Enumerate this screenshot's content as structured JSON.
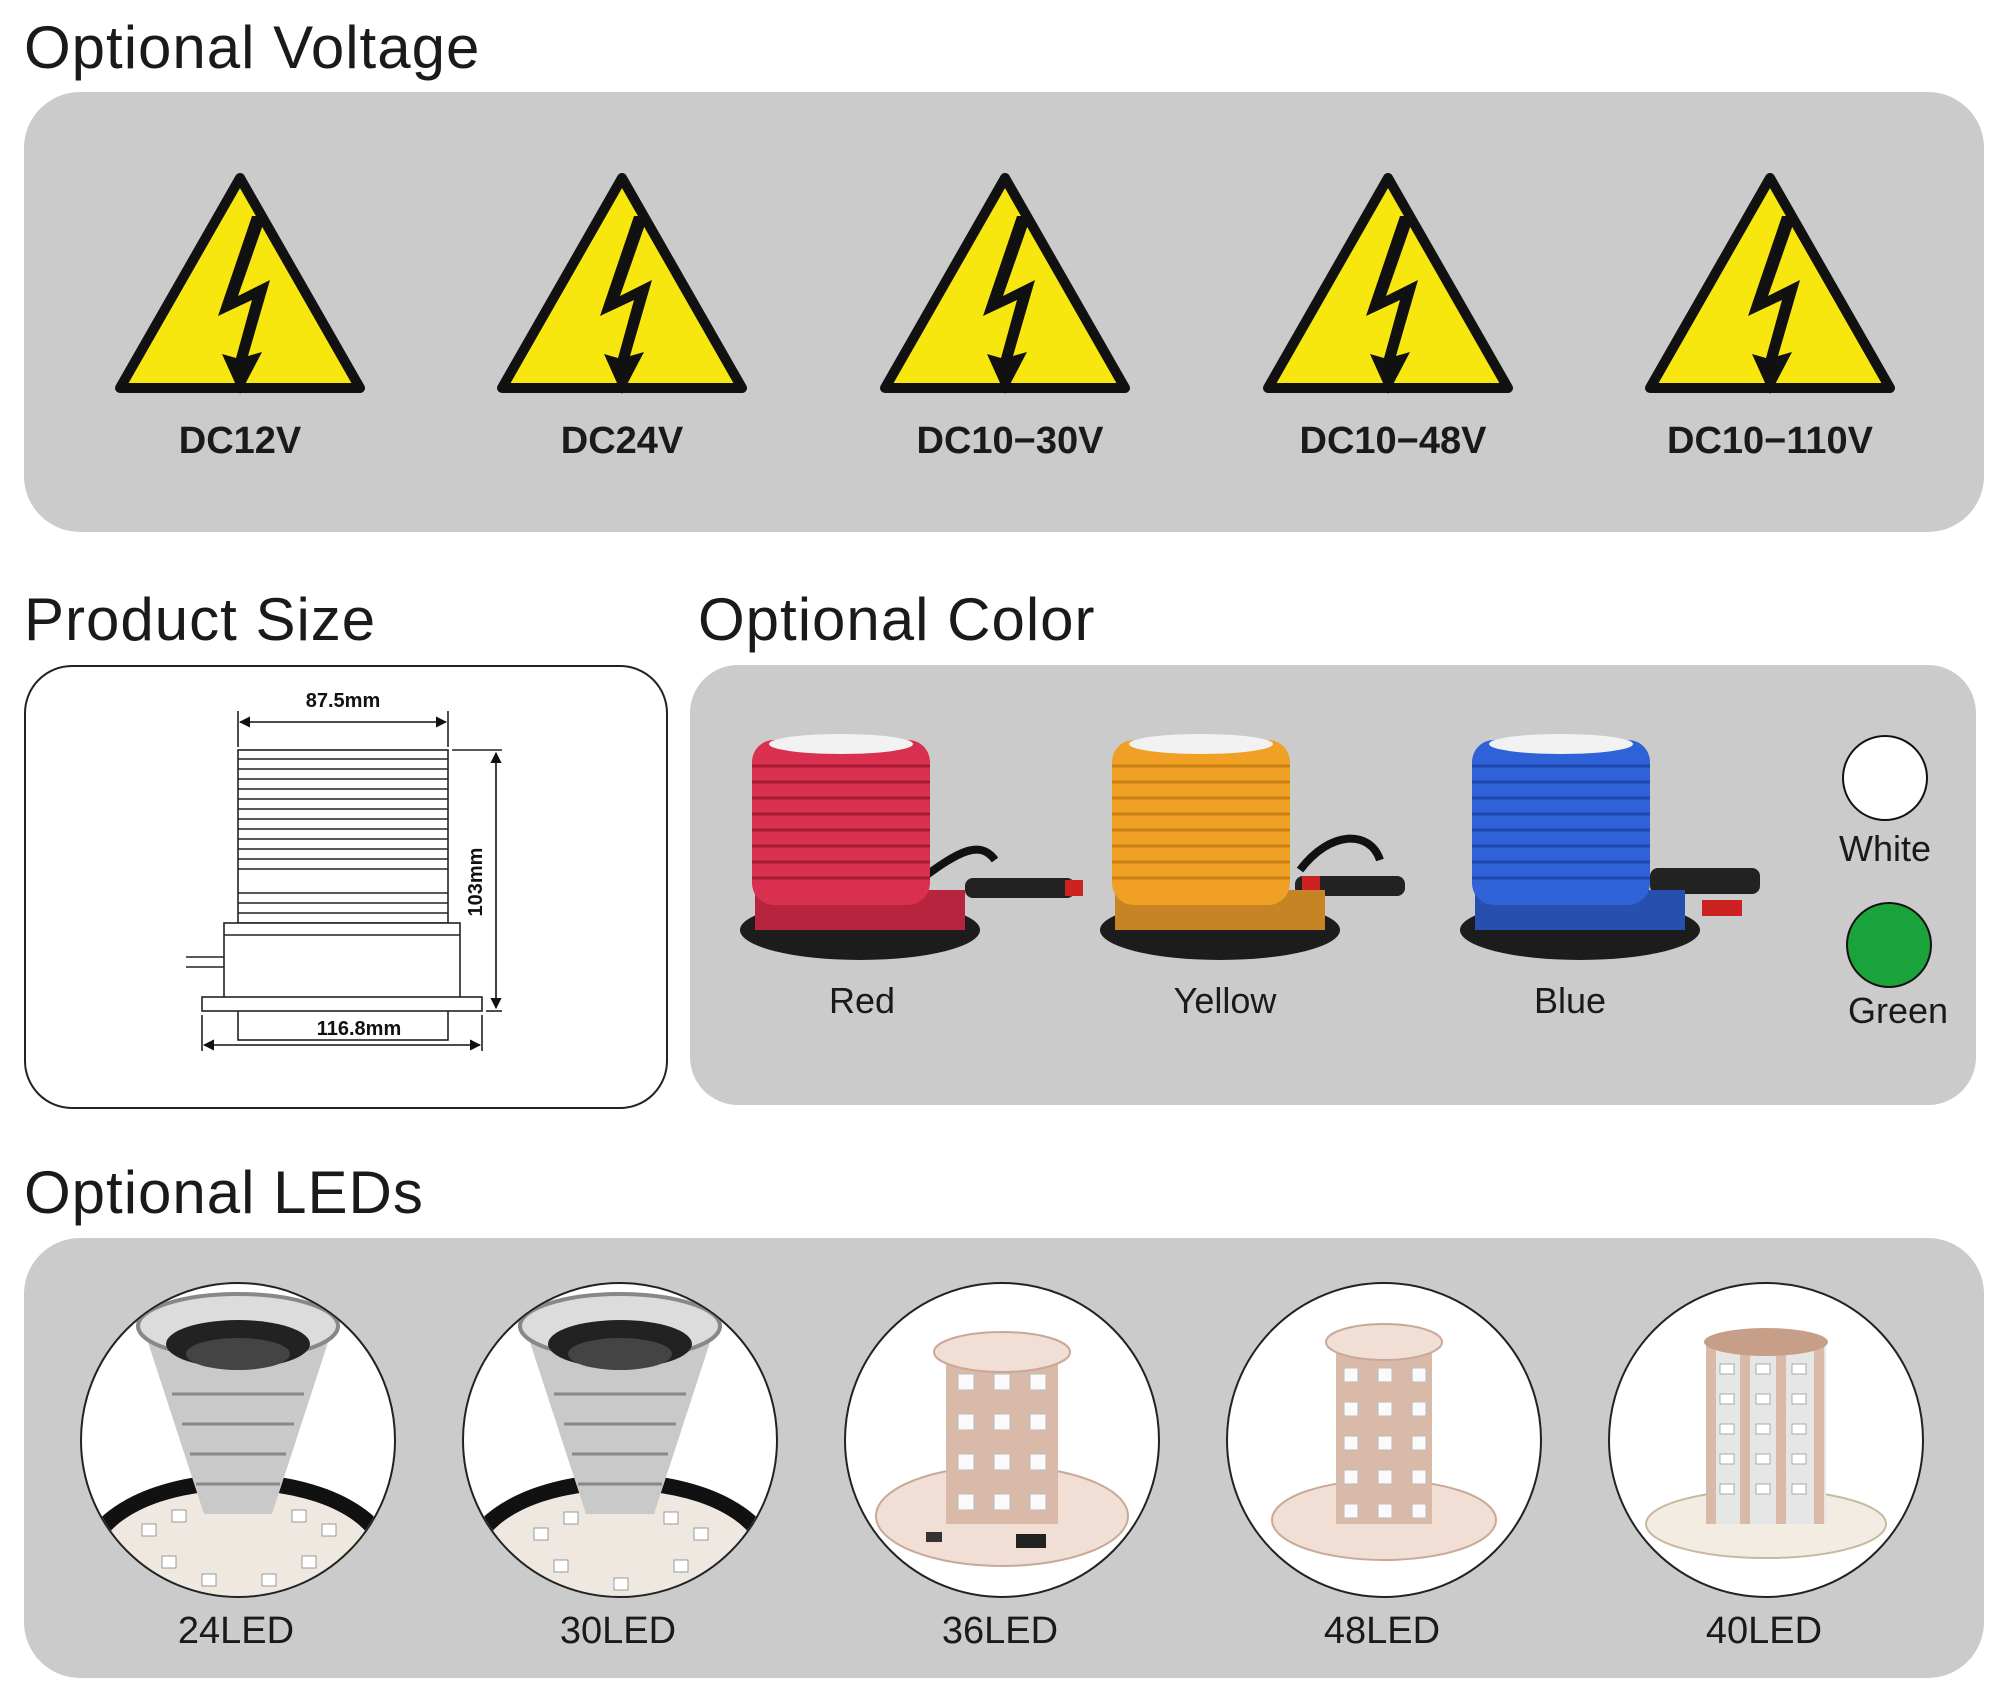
{
  "sections": {
    "voltage_title": "Optional Voltage",
    "size_title": "Product Size",
    "color_title": "Optional Color",
    "leds_title": "Optional LEDs"
  },
  "voltages": [
    "DC12V",
    "DC24V",
    "DC10−30V",
    "DC10−48V",
    "DC10−110V"
  ],
  "size": {
    "top_width": "87.5mm",
    "height": "103mm",
    "base_width": "116.8mm"
  },
  "colors": {
    "products": [
      "Red",
      "Yellow",
      "Blue"
    ],
    "swatches": [
      {
        "label": "White",
        "hex": "#ffffff"
      },
      {
        "label": "Green",
        "hex": "#1aa33a"
      }
    ],
    "lens_hex": [
      "#d9304f",
      "#f0a024",
      "#2f62d6"
    ]
  },
  "leds": [
    "24LED",
    "30LED",
    "36LED",
    "48LED",
    "40LED"
  ],
  "palette": {
    "panel": "#cbcbcb",
    "warning_yellow": "#f7e70f"
  }
}
